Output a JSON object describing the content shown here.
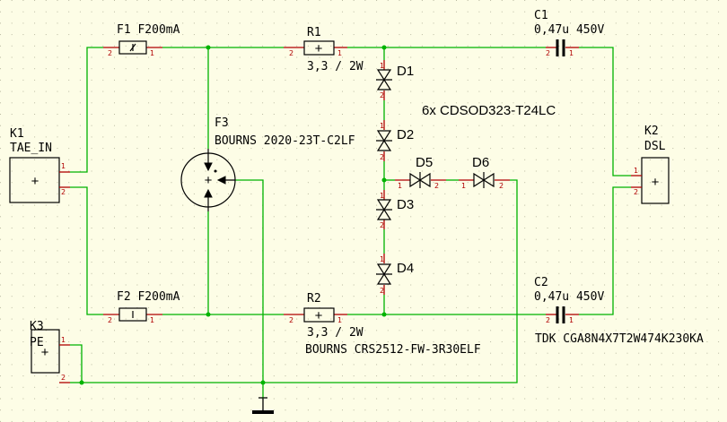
{
  "colors": {
    "background": "#fdfde6",
    "grid": "#b9b9a0",
    "wire": "#00b300",
    "pin": "#b00000",
    "body": "#000000"
  },
  "components": {
    "K1": {
      "ref": "K1",
      "name": "TAE_IN"
    },
    "K2": {
      "ref": "K2",
      "name": "DSL"
    },
    "K3": {
      "ref": "K3",
      "name": "PE"
    },
    "F1": {
      "ref": "F1",
      "value": "F200mA"
    },
    "F2": {
      "ref": "F2",
      "value": "F200mA"
    },
    "F3": {
      "ref": "F3",
      "value": "BOURNS 2020-23T-C2LF"
    },
    "R1": {
      "ref": "R1",
      "value": "3,3 / 2W"
    },
    "R2": {
      "ref": "R2",
      "value": "3,3 / 2W",
      "part": "BOURNS CRS2512-FW-3R30ELF"
    },
    "C1": {
      "ref": "C1",
      "value": "0,47u 450V"
    },
    "C2": {
      "ref": "C2",
      "value": "0,47u 450V",
      "part": "TDK CGA8N4X7T2W474K230KA"
    },
    "diodes": [
      "D1",
      "D2",
      "D3",
      "D4",
      "D5",
      "D6"
    ],
    "diode_note": "6x CDSOD323-T24LC"
  },
  "pin_labels": {
    "one": "1",
    "two": "2"
  },
  "icons": {
    "plus": "+",
    "ground": "ground-symbol"
  }
}
